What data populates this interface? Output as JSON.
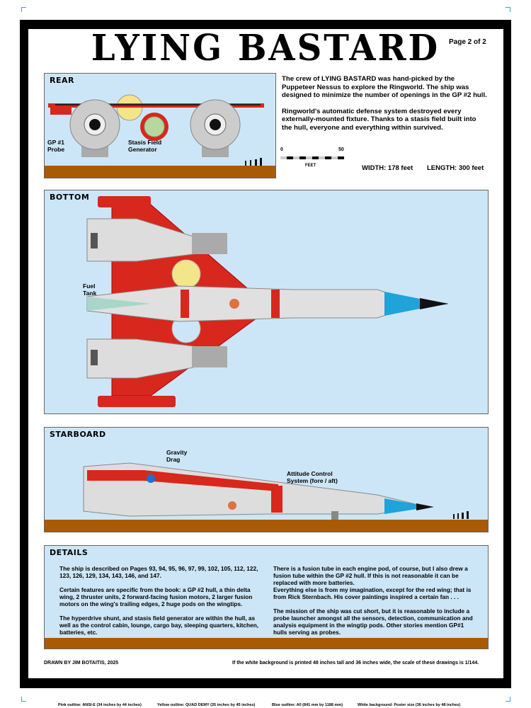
{
  "header": {
    "title": "LYING BASTARD",
    "page": "Page 2 of 2"
  },
  "rear": {
    "title": "REAR",
    "labels": {
      "probe": "GP #1 Probe",
      "stasis": "Stasis Field Generator"
    }
  },
  "intro": {
    "p1": "The crew of LYING BASTARD was hand-picked by the Puppeteer Nessus to explore the Ringworld. The ship was designed to minimize the number of openings in the GP #2 hull.",
    "p2": "Ringworld's automatic defense system destroyed every externally-mounted fixture. Thanks to a stasis field built into the hull, everyone and everything within survived."
  },
  "scale_bar": {
    "min": "0",
    "max": "50",
    "unit": "FEET"
  },
  "dimensions": {
    "width": "WIDTH: 178 feet",
    "length": "LENGTH: 300 feet"
  },
  "bottom": {
    "title": "BOTTOM",
    "labels": {
      "fuel": "Fuel Tank"
    }
  },
  "starboard": {
    "title": "STARBOARD",
    "labels": {
      "gravity": "Gravity Drag",
      "attitude": "Attitude Control System (fore / aft)"
    }
  },
  "details": {
    "title": "DETAILS",
    "left": [
      "The ship is described on Pages 93, 94, 95, 96, 97, 99, 102, 105, 112, 122, 123, 126, 129, 134, 143, 146, and 147.",
      "Certain features are specific from the book: a GP #2 hull, a thin delta wing, 2 thruster units, 2 forward-facing fusion motors, 2 larger fusion motors on the wing's trailing edges, 2 huge pods on the wingtips.",
      "The hyperdrive shunt, and stasis field generator are within the hull, as well as the control cabin, lounge, cargo bay, sleeping quarters, kitchen, batteries, etc."
    ],
    "right": [
      "There is a fusion tube in each engine pod, of course, but I also drew a fusion tube within the GP #2 hull. If this is not reasonable it can be replaced with more batteries.",
      "Everything else is from my imagination, except for the red wing; that is from Rick Sternbach. His cover paintings inspired a certain fan . . .",
      "The mission of the ship was cut short, but it is reasonable to include a probe launcher amongst all the sensors, detection, communication and analysis equipment in the wingtip pods. Other stories mention GP#1 hulls serving as probes."
    ]
  },
  "footer": {
    "credit": "DRAWN BY JIM BOTAITIS, 2025",
    "scale_note": "If the white background is printed 48 inches tall and 36 inches wide, the scale of these drawings is 1/144."
  },
  "print_legend": [
    "Pink outline: ANSI-E (34 inches by 44 inches)",
    "Yellow outline: QUAD DEMY (35 inches by 45 inches)",
    "Blue outline: A0 (841 mm by 1188 mm)",
    "White background: Poster size (36 inches by 48 inches)"
  ],
  "colors": {
    "sky": "#cde6f7",
    "ground": "#a85a05",
    "wing": "#d8271c",
    "hull": "#d9d9d9",
    "nose": "#1fa3d8"
  }
}
